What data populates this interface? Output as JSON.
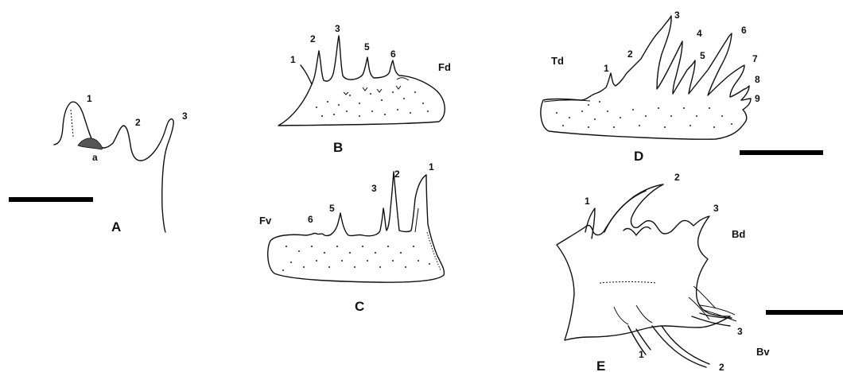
{
  "figure": {
    "A": {
      "letter": "A",
      "spines": [
        "1",
        "2",
        "3"
      ],
      "annotation": "a"
    },
    "B": {
      "letter": "B",
      "spines": [
        "1",
        "2",
        "3",
        "5",
        "6"
      ],
      "side": "Fd"
    },
    "C": {
      "letter": "C",
      "spines": [
        "1",
        "2",
        "3",
        "5",
        "6"
      ],
      "side": "Fv"
    },
    "D": {
      "letter": "D",
      "spines": [
        "1",
        "2",
        "3",
        "4",
        "5",
        "6",
        "7",
        "8",
        "9"
      ],
      "side": "Td"
    },
    "E": {
      "letter": "E",
      "dorsal_spines": [
        "1",
        "2",
        "3"
      ],
      "ventral_spines": [
        "1",
        "2",
        "3"
      ],
      "dorsal_side": "Bd",
      "ventral_side": "Bv"
    }
  },
  "colors": {
    "ink": "#111111",
    "background": "#ffffff"
  }
}
